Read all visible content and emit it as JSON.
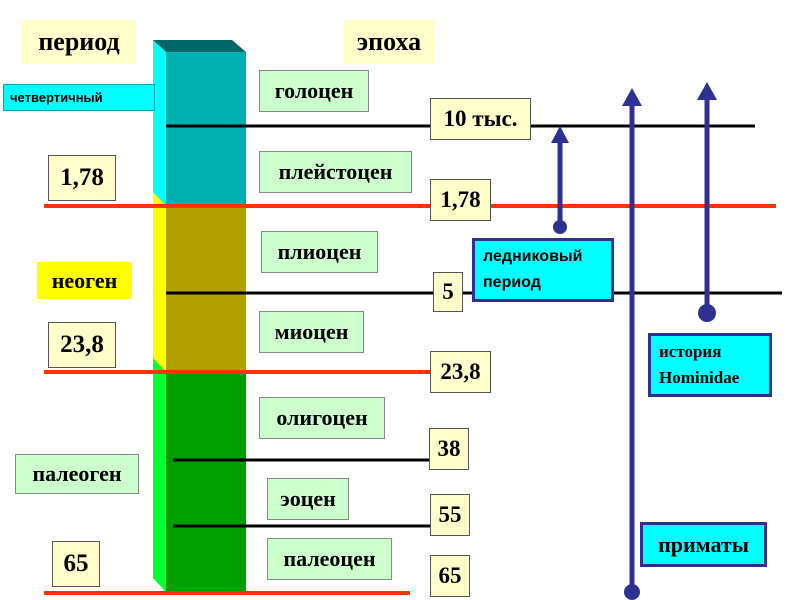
{
  "headers": {
    "period": "период",
    "epoch": "эпоха"
  },
  "periods": {
    "quaternary": "четвертичный",
    "neogene": "неоген",
    "paleogene": "палеоген"
  },
  "boundaries": {
    "b1": "1,78",
    "b2": "23,8",
    "b3": "65"
  },
  "epochs": {
    "holocene": "голоцен",
    "pleistocene": "плейстоцен",
    "pliocene": "плиоцен",
    "miocene": "миоцен",
    "oligocene": "олигоцен",
    "eocene": "эоцен",
    "paleocene": "палеоцен"
  },
  "ages": {
    "a1": "10 тыс.",
    "a2": "1,78",
    "a3": "5",
    "a4": "23,8",
    "a5": "38",
    "a6": "55",
    "a7": "65"
  },
  "callouts": {
    "glacial_line1": "ледниковый",
    "glacial_line2": "период",
    "hominidae_line1": "история",
    "hominidae_line2": "Hominidae",
    "primates": "приматы"
  },
  "colors": {
    "quaternary": "#00b0b0",
    "quaternary_light": "#00ffff",
    "neogene": "#b0a000",
    "neogene_light": "#ffff00",
    "paleogene": "#00a000",
    "paleogene_light": "#00ff33",
    "major_boundary": "#ff3300",
    "arrow": "#2e3192"
  }
}
